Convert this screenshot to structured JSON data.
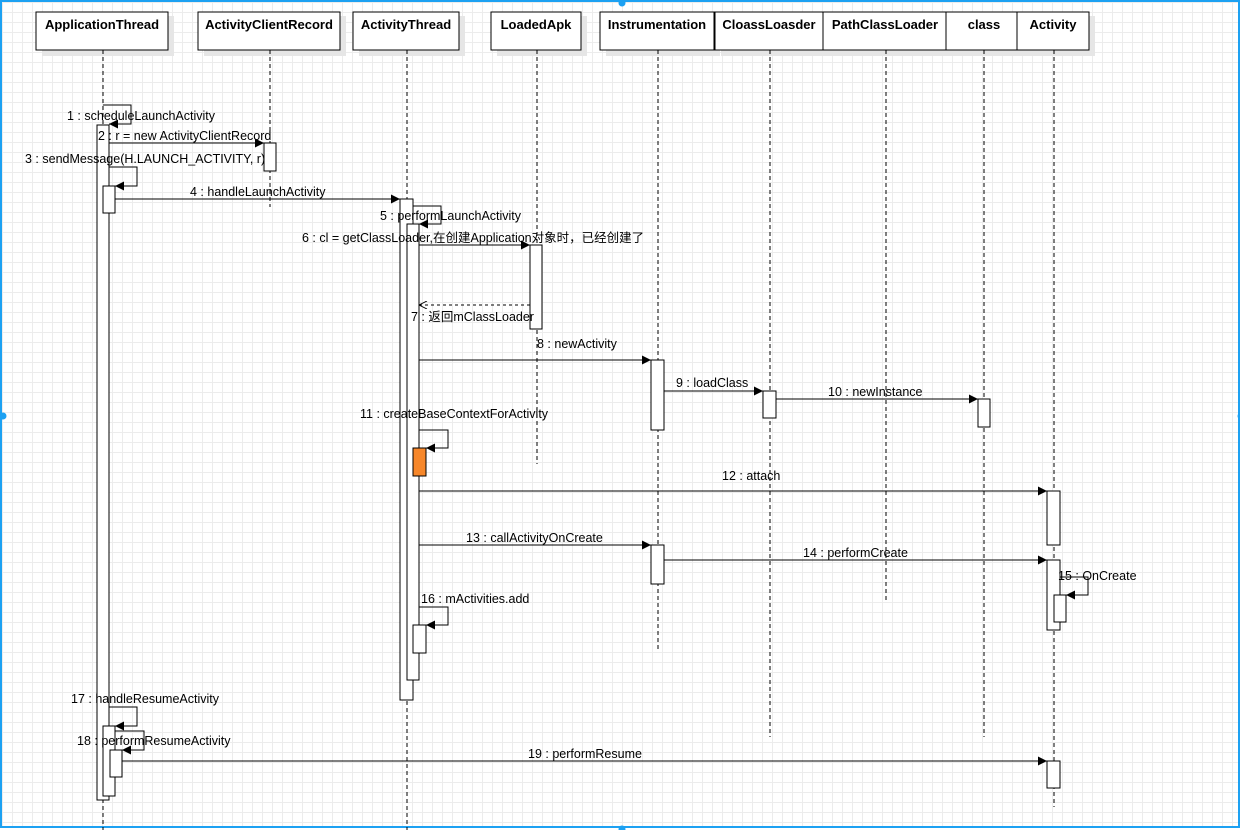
{
  "diagram": {
    "participants": [
      {
        "id": "applicationthread",
        "label": "ApplicationThread"
      },
      {
        "id": "activityclientrecord",
        "label": "ActivityClientRecord"
      },
      {
        "id": "activitythread",
        "label": "ActivityThread"
      },
      {
        "id": "loadedapk",
        "label": "LoadedApk"
      },
      {
        "id": "instrumentation",
        "label": "Instrumentation"
      },
      {
        "id": "cloassloasder",
        "label": "CloassLoasder"
      },
      {
        "id": "pathclassloader",
        "label": "PathClassLoader"
      },
      {
        "id": "class",
        "label": "class"
      },
      {
        "id": "activity",
        "label": "Activity"
      }
    ],
    "messages": [
      {
        "n": "1",
        "text": "1 : scheduleLaunchActivity"
      },
      {
        "n": "2",
        "text": "2 : r = new ActivityClientRecord"
      },
      {
        "n": "3",
        "text": "3 : sendMessage(H.LAUNCH_ACTIVITY, r)"
      },
      {
        "n": "4",
        "text": "4 : handleLaunchActivity"
      },
      {
        "n": "5",
        "text": "5 : performLaunchActivity"
      },
      {
        "n": "6",
        "text": "6 : cl = getClassLoader,在创建Application对象时，已经创建了"
      },
      {
        "n": "7",
        "text": "7 : 返回mClassLoader"
      },
      {
        "n": "8",
        "text": "8 : newActivity"
      },
      {
        "n": "9",
        "text": "9 : loadClass"
      },
      {
        "n": "10",
        "text": "10 : newInstance"
      },
      {
        "n": "11",
        "text": "11 : createBaseContextForActivity"
      },
      {
        "n": "12",
        "text": "12 : attach"
      },
      {
        "n": "13",
        "text": "13 : callActivityOnCreate"
      },
      {
        "n": "14",
        "text": "14 : performCreate"
      },
      {
        "n": "15",
        "text": "15 : OnCreate"
      },
      {
        "n": "16",
        "text": "16 : mActivities.add"
      },
      {
        "n": "17",
        "text": "17 : handleResumeActivity"
      },
      {
        "n": "18",
        "text": "18 : performResumeActivity"
      },
      {
        "n": "19",
        "text": "19 : performResume"
      }
    ]
  },
  "colors": {
    "selection": "#1da1f2",
    "highlight_activation": "#f7872a"
  }
}
